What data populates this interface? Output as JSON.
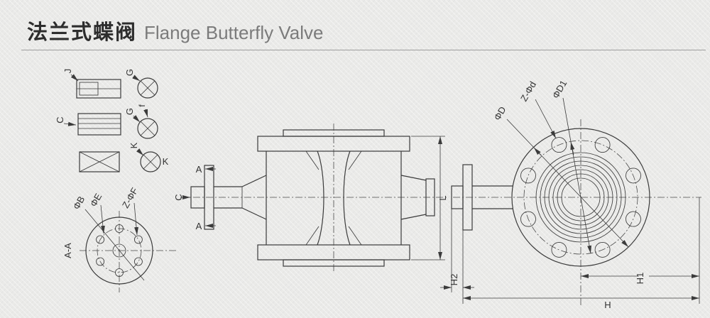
{
  "title": {
    "zh": "法兰式蝶阀",
    "en": "Flange Butterfly Valve"
  },
  "colors": {
    "line": "#3b3b3b",
    "background": "#eaeae8",
    "title_text": "#2d2d2d",
    "subtitle_text": "#7b7b7b"
  },
  "labels": {
    "detail_j": "J",
    "detail_g_top": "G",
    "detail_c": "C",
    "detail_g_mid": "G",
    "detail_f": "f",
    "detail_k_left": "K",
    "detail_k_right": "K",
    "section_name": "A-A",
    "dim_phi_b": "ΦB",
    "dim_phi_e": "ΦE",
    "dim_z_phi_f": "Z-ΦF",
    "section_arrow_top": "A",
    "section_arrow_bottom": "A",
    "port_c": "C",
    "dim_l": "L",
    "dim_phi_d": "ΦD",
    "dim_z_phi_d": "Z-Φd",
    "dim_phi_d1": "ΦD1",
    "dim_h1": "H1",
    "dim_h2": "H2",
    "dim_h": "H"
  }
}
